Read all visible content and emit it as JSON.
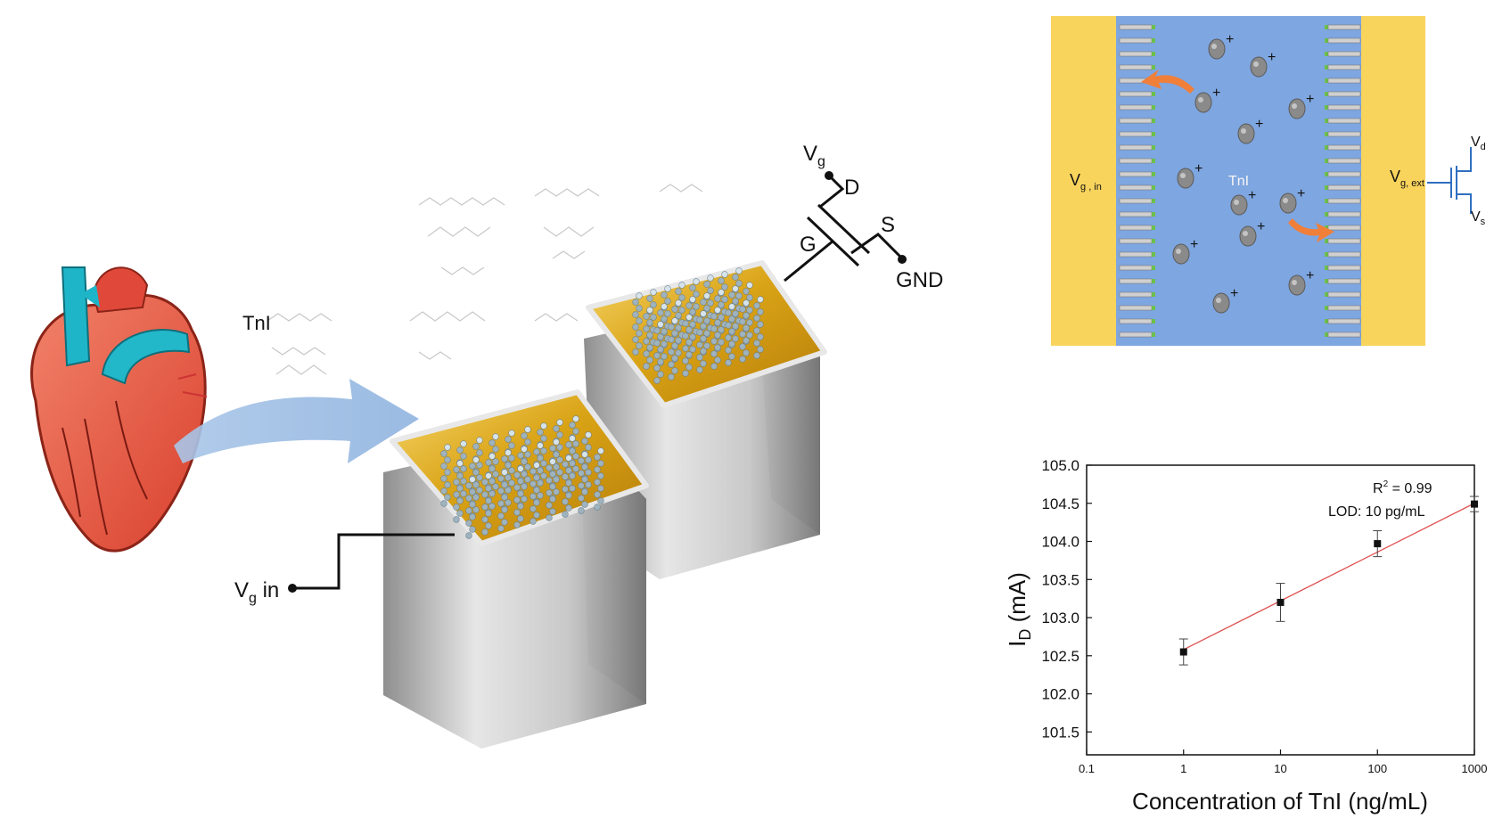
{
  "left_scene": {
    "analyte_label": "TnI",
    "gate_in_label": {
      "main": "V",
      "sub": "g",
      "rest": " in"
    },
    "transistor": {
      "gate_supply": {
        "main": "V",
        "sub": "g"
      },
      "drain": "D",
      "gate": "G",
      "source": "S",
      "ground": "GND"
    }
  },
  "channel_diagram": {
    "gate_in": {
      "main": "V",
      "sub": "g , in"
    },
    "gate_ext": {
      "main": "V",
      "sub": "g, ext"
    },
    "center_label": "TnI",
    "drain": {
      "main": "V",
      "sub": "d"
    },
    "source": {
      "main": "V",
      "sub": "s"
    },
    "charge_symbol": "+",
    "colors": {
      "electrode": "#f9d45c",
      "electrolyte": "#7ea6e0",
      "arrow": "#f07f3a",
      "circuit": "#2f6fc0"
    }
  },
  "chart_data": {
    "type": "scatter",
    "x_scale": "log",
    "xlim": [
      0.1,
      1000
    ],
    "ylim": [
      101.2,
      105.0
    ],
    "x_ticks": [
      "0.1",
      "1",
      "10",
      "100",
      "1000"
    ],
    "y_ticks": [
      "101.5",
      "102.0",
      "102.5",
      "103.0",
      "103.5",
      "104.0",
      "104.5",
      "105.0"
    ],
    "xlabel": "Concentration of TnI (ng/mL)",
    "ylabel": {
      "main": "I",
      "sub": "D",
      "rest": " (mA)"
    },
    "x": [
      1,
      10,
      100,
      1000
    ],
    "y": [
      102.55,
      103.2,
      103.97,
      104.49
    ],
    "error": [
      0.17,
      0.25,
      0.17,
      0.1
    ],
    "fit_line": {
      "x": [
        1,
        1000
      ],
      "y": [
        102.58,
        104.5
      ],
      "color": "#e05050"
    },
    "annotations": {
      "r2_main": "R",
      "r2_sup": "2",
      "r2_value": " = 0.99",
      "lod": "LOD: 10 pg/mL"
    }
  }
}
